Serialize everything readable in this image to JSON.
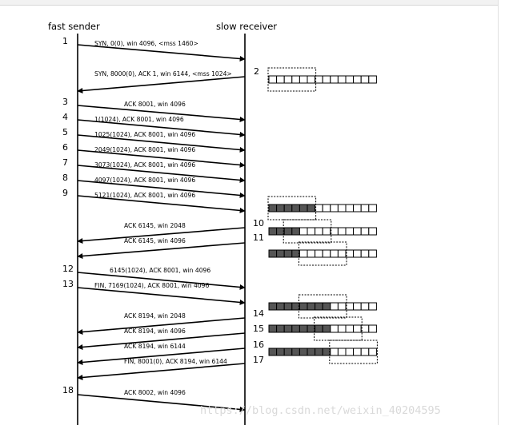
{
  "headers": {
    "sender": "fast sender",
    "receiver": "slow receiver"
  },
  "watermark": "https://blog.csdn.net/weixin_40204595",
  "colors": {
    "line": "#000000",
    "filled_cell": "#555555",
    "empty_cell": "#ffffff",
    "watermark": "#d9d9d9"
  },
  "segments": [
    {
      "num": "1",
      "label": "SYN, 0(0), win 4096, <mss 1460>",
      "dir": "s2r"
    },
    {
      "num": "2",
      "label": "SYN, 8000(0), ACK 1, win 6144, <mss 1024>",
      "dir": "r2s"
    },
    {
      "num": "3",
      "label": "ACK 8001, win 4096",
      "dir": "s2r"
    },
    {
      "num": "4",
      "label": "1(1024), ACK 8001, win 4096",
      "dir": "s2r"
    },
    {
      "num": "5",
      "label": "1025(1024), ACK 8001, win 4096",
      "dir": "s2r"
    },
    {
      "num": "6",
      "label": "2049(1024), ACK 8001, win 4096",
      "dir": "s2r"
    },
    {
      "num": "7",
      "label": "3073(1024), ACK 8001, win 4096",
      "dir": "s2r"
    },
    {
      "num": "8",
      "label": "4097(1024), ACK 8001, win 4096",
      "dir": "s2r"
    },
    {
      "num": "9",
      "label": "5121(1024), ACK 8001, win 4096",
      "dir": "s2r"
    },
    {
      "num": "10",
      "label": "ACK 6145, win 2048",
      "dir": "r2s"
    },
    {
      "num": "11",
      "label": "ACK 6145, win 4096",
      "dir": "r2s"
    },
    {
      "num": "12",
      "label": "6145(1024), ACK 8001, win 4096",
      "dir": "s2r"
    },
    {
      "num": "13",
      "label": "FIN, 7169(1024), ACK 8001, win 4096",
      "dir": "s2r"
    },
    {
      "num": "14",
      "label": "ACK 8194, win 2048",
      "dir": "r2s"
    },
    {
      "num": "15",
      "label": "ACK 8194, win 4096",
      "dir": "r2s"
    },
    {
      "num": "16",
      "label": "ACK 8194, win 6144",
      "dir": "r2s"
    },
    {
      "num": "17",
      "label": "FIN, 8001(0), ACK 8194, win 6144",
      "dir": "r2s"
    },
    {
      "num": "18",
      "label": "ACK 8002, win 4096",
      "dir": "s2r"
    }
  ],
  "buffers": [
    {
      "after_segment": "2",
      "filled": 0,
      "window_from": 0,
      "window_len": 6,
      "total": 14
    },
    {
      "after_segment": "9",
      "filled": 6,
      "window_from": 0,
      "window_len": 6,
      "total": 14
    },
    {
      "after_segment": "10",
      "filled": 4,
      "window_from": 2,
      "window_len": 6,
      "total": 14
    },
    {
      "after_segment": "11",
      "filled": 4,
      "window_from": 4,
      "window_len": 6,
      "total": 14
    },
    {
      "after_segment": "14",
      "filled": 8,
      "window_from": 4,
      "window_len": 6,
      "total": 14
    },
    {
      "after_segment": "15",
      "filled": 8,
      "window_from": 6,
      "window_len": 6,
      "total": 14
    },
    {
      "after_segment": "16",
      "filled": 8,
      "window_from": 8,
      "window_len": 6,
      "total": 14
    }
  ]
}
